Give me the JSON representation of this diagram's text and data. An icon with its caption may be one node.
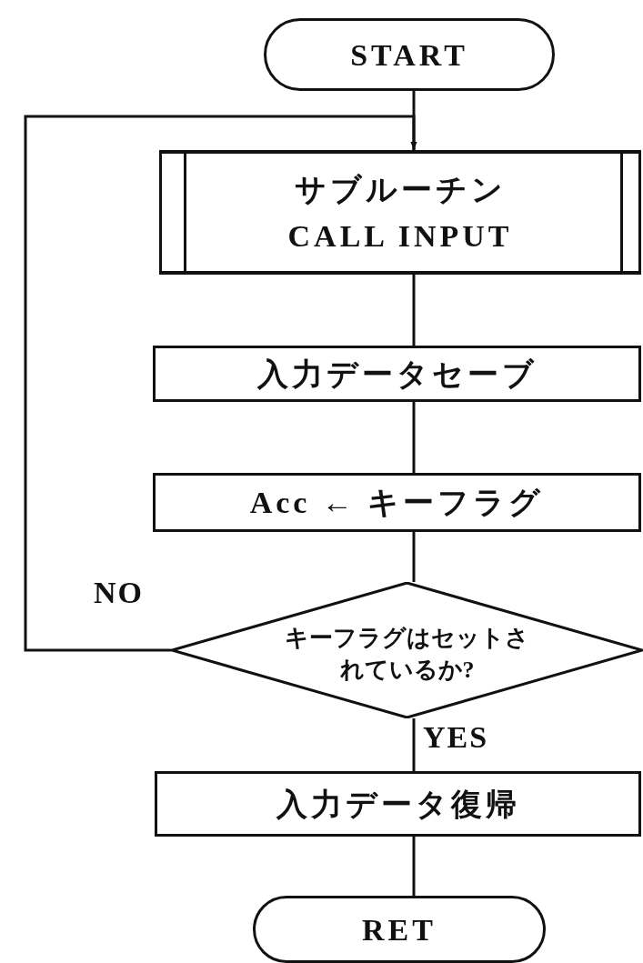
{
  "diagram": {
    "nodes": [
      {
        "text": [
          "START"
        ]
      },
      {
        "text": [
          "サブルーチン",
          "CALL INPUT"
        ]
      },
      {
        "text": [
          "入力データセーブ"
        ]
      },
      {
        "text": [
          "Acc ← キーフラグ"
        ]
      },
      {
        "text": [
          "キーフラグはセットされているか?"
        ]
      },
      {
        "text": [
          "入力データ復帰"
        ]
      },
      {
        "text": [
          "RET"
        ]
      }
    ],
    "edges": [
      {
        "from": 0,
        "to": 1,
        "arrow": "none"
      },
      {
        "from": 1,
        "to": 2,
        "arrow": "none"
      },
      {
        "from": 2,
        "to": 3,
        "arrow": "none"
      },
      {
        "from": 3,
        "to": 4,
        "arrow": "none"
      },
      {
        "from": 4,
        "to": 1,
        "arrow": "to",
        "label": "NO"
      },
      {
        "from": 4,
        "to": 5,
        "arrow": "none",
        "label": "YES"
      },
      {
        "from": 5,
        "to": 6,
        "arrow": "none"
      }
    ]
  }
}
